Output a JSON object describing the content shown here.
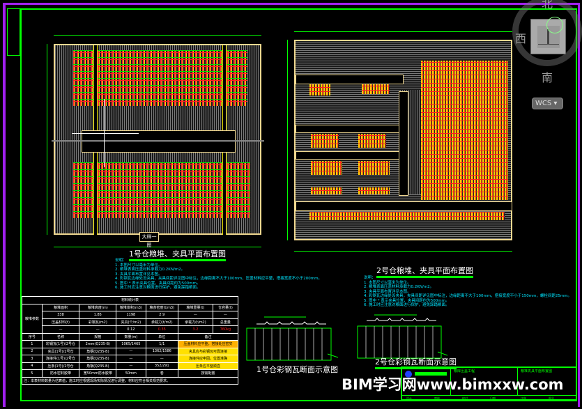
{
  "plan1": {
    "title": "1号仓粮堆、夹具平面布置图",
    "detail_label": "大样一图",
    "notes": [
      "说明：",
      "1. 本图尺寸以毫米为单位。",
      "2. 粮堆表面压盖材料承载力0.2KN/m2。",
      "3. 夹具平面布置详见本图。",
      "4. 彩钢瓦边缘处设夹具，夹具间距详见图中标注，边缘距离不大于100mm，压盖材料应平整，搭接宽度不小于200mm。",
      "5. 图中 * 表示夹具位置，夹具间距约为500mm。",
      "6. 施工时应注意对粮面进行保护，避免踩踏粮面。"
    ]
  },
  "plan2": {
    "title": "2号仓粮堆、夹具平面布置图",
    "notes": [
      "说明：",
      "1. 本图尺寸以毫米为单位。",
      "2. 粮堆表面压盖材料承载力0.2KN/m2。",
      "3. 夹具平面布置详见本图。",
      "4. 彩钢瓦边缘处设夹具，夹具间距详见图中标注，边缘距离不大于100mm，搭接宽度不小于150mm，螺栓间距25mm。",
      "5. 图中 * 表示夹具位置，夹具间距约为500mm。",
      "6. 施工时应注意对粮面进行保护，避免踩踏粮面。"
    ]
  },
  "table": {
    "title": "材料统计表",
    "side_label": "粮堆参数",
    "headers": [
      "粮堆面积",
      "粮堆高度(m)",
      "粮堆体积(m3)",
      "粮食密度(t/m3)",
      "粮堆重量(t)",
      "仓容量(t)"
    ],
    "row1": [
      "338",
      "1.85",
      "1198",
      "2.9",
      "—",
      "—"
    ],
    "headers2": [
      "压盖材料(t)",
      "彩钢瓦(m2)",
      "夹具(个/m2)",
      "承载力(t/m2)",
      "承载力(t/m2)",
      "总重量"
    ],
    "row2": [
      "—",
      "—",
      "0.12",
      "0.35",
      "3.2",
      "760kg"
    ],
    "col_headers": [
      "序号",
      "名称",
      "规格",
      "数量(m)",
      "单位",
      "备注"
    ],
    "rows": [
      [
        "1",
        "彩钢瓦(1号)/2号仓",
        "2mm(Q235-B)",
        "1065/1465",
        "1/1",
        "压盖材料应平整，搭接处应密实"
      ],
      [
        "2",
        "夹具(1号)/2号仓",
        "角钢(Q235-B)",
        "—",
        "1362/1586",
        "夹具应与彩钢瓦可靠连接"
      ],
      [
        "3",
        "连接件(1号)/2号仓",
        "角钢(Q235-B)",
        "—",
        "—",
        "连接件应牢固，位置准确"
      ],
      [
        "4",
        "压条(1号)/2号仓",
        "角钢(Q235-B)",
        "—",
        "352/291",
        "压条应平整顺直"
      ],
      [
        "5",
        "防水密封胶带",
        "宽50mm防水胶带",
        "50mm",
        "卷",
        "按需配置"
      ]
    ],
    "footnote": "注：本表材料数量为估算值，施工时应根据现场实际情况进行调整，材料应符合相关规范要求。"
  },
  "section1": {
    "title": "1号仓彩钢瓦断面示意图"
  },
  "section2": {
    "title": "2号仓彩钢瓦断面示意图"
  },
  "titleblock": {
    "project": "粮库压盖工程",
    "drawing": "粮堆夹具平面布置图",
    "rows": [
      "设计",
      "审核",
      "校对",
      "日期",
      "比例",
      "图号"
    ]
  },
  "compass": {
    "north": "北",
    "west": "西",
    "south": "南",
    "wcs": "WCS"
  },
  "watermark": "BIM学习网www.bimxxw.com"
}
